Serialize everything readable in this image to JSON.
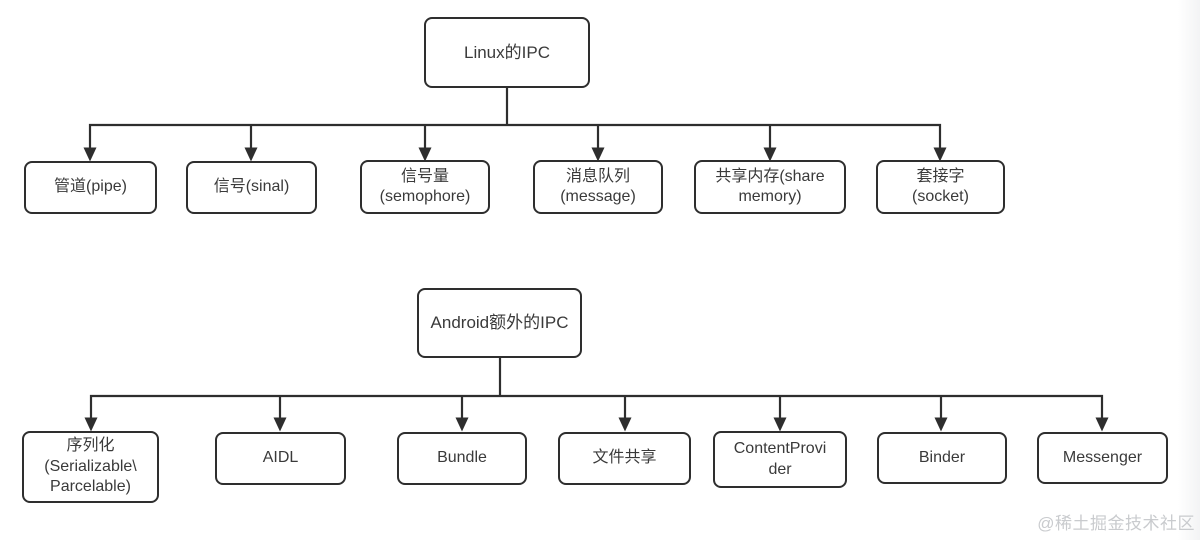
{
  "diagram": {
    "tree1": {
      "root": {
        "label": "Linux的IPC"
      },
      "children": [
        {
          "label": "管道(pipe)"
        },
        {
          "label": "信号(sinal)"
        },
        {
          "label": "信号量\n(semophore)"
        },
        {
          "label": "消息队列\n(message)"
        },
        {
          "label": "共享内存(share\nmemory)"
        },
        {
          "label": "套接字\n(socket)"
        }
      ]
    },
    "tree2": {
      "root": {
        "label": "Android额外的IPC"
      },
      "children": [
        {
          "label": "序列化\n(Serializable\\\nParcelable)"
        },
        {
          "label": "AIDL"
        },
        {
          "label": "Bundle"
        },
        {
          "label": "文件共享"
        },
        {
          "label": "ContentProvi\nder"
        },
        {
          "label": "Binder"
        },
        {
          "label": "Messenger"
        }
      ]
    },
    "colors": {
      "line": "#2e2e2e",
      "box_border": "#2e2e2e",
      "box_background": "#ffffff",
      "text": "#3a3a3a",
      "watermark": "#c9cbce"
    }
  },
  "watermark": {
    "label": "@稀土掘金技术社区"
  }
}
